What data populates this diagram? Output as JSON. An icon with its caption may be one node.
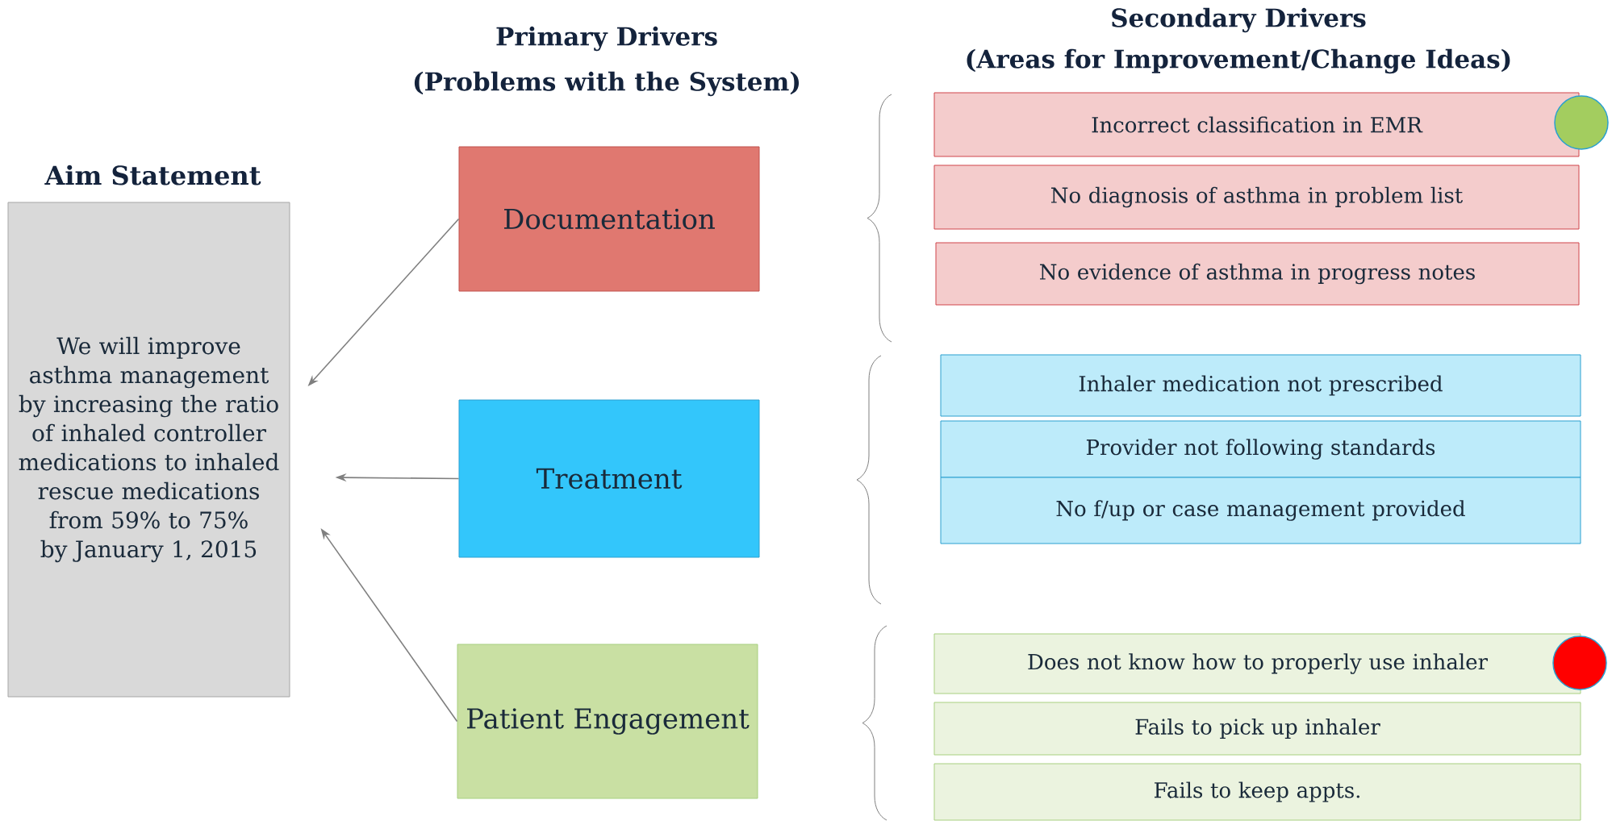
{
  "diagram": {
    "nodes": [
      {
        "text": [
          "Aim Statement",
          "We will improve asthma management by increasing the ratio of inhaled controller medications to inhaled rescue medications from 59% to 75% by January 1, 2015"
        ]
      },
      {
        "text": [
          "Documentation"
        ]
      },
      {
        "text": [
          "Treatment"
        ]
      },
      {
        "text": [
          "Patient Engagement"
        ]
      },
      {
        "text": [
          "Incorrect classification in EMR"
        ]
      },
      {
        "text": [
          "No diagnosis of asthma in problem list"
        ]
      },
      {
        "text": [
          "No evidence of asthma in progress notes"
        ]
      },
      {
        "text": [
          "Inhaler medication not prescribed"
        ]
      },
      {
        "text": [
          "Provider not following standards"
        ]
      },
      {
        "text": [
          "No f/up or case management provided"
        ]
      },
      {
        "text": [
          "Does not know how to properly use inhaler"
        ]
      },
      {
        "text": [
          "Fails to pick up inhaler"
        ]
      },
      {
        "text": [
          "Fails to keep appts."
        ]
      },
      {
        "text": [],
        "shape": "circle"
      },
      {
        "text": [],
        "shape": "circle"
      }
    ],
    "edges": [
      {
        "from": 1,
        "to": 0,
        "arrow": "to"
      },
      {
        "from": 2,
        "to": 0,
        "arrow": "to"
      },
      {
        "from": 3,
        "to": 0,
        "arrow": "to"
      }
    ],
    "labels": [
      "Primary Drivers",
      "(Problems with the System)",
      "Secondary Drivers",
      "(Areas for Improvement/Change Ideas)"
    ]
  }
}
